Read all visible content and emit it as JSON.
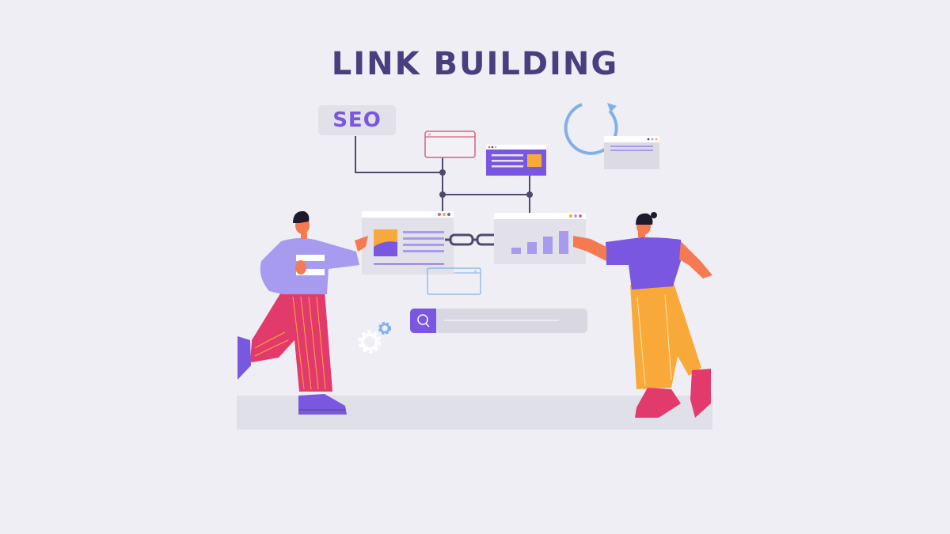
{
  "title": "LINK BUILDING",
  "seo_tag": "SEO",
  "colors": {
    "background": "#efeef5",
    "title": "#4a3f7e",
    "seo_text": "#7a57e0",
    "purple": "#7a57e0",
    "lavender": "#a79bf0",
    "orange": "#f8a93a",
    "pink": "#e33a6c",
    "blue": "#7fb1e8",
    "connector": "#4d4a6e",
    "panel": "#e2e1ea",
    "floor": "#e0e0e9"
  },
  "bar_chart_panel": {
    "bars": [
      1,
      2,
      3,
      4
    ]
  }
}
